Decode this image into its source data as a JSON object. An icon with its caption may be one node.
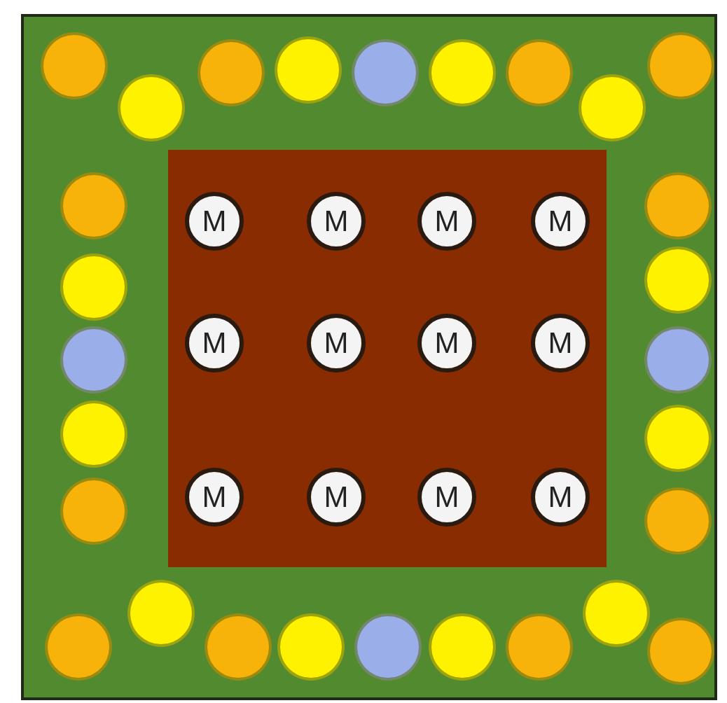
{
  "diagram": {
    "nodes": [
      {
        "text": [],
        "shape": "box"
      },
      {
        "text": [],
        "shape": "circle",
        "in": 0
      },
      {
        "text": [],
        "shape": "circle",
        "in": 0
      },
      {
        "text": [],
        "shape": "circle",
        "in": 0
      },
      {
        "text": [],
        "shape": "circle",
        "in": 0
      },
      {
        "text": [],
        "shape": "circle",
        "in": 0
      },
      {
        "text": [],
        "shape": "circle",
        "in": 0
      },
      {
        "text": [],
        "shape": "circle",
        "in": 0
      },
      {
        "text": [],
        "shape": "circle",
        "in": 0
      },
      {
        "text": [],
        "shape": "circle",
        "in": 0
      },
      {
        "text": [],
        "shape": "circle",
        "in": 0
      },
      {
        "text": [],
        "shape": "circle",
        "in": 0
      },
      {
        "text": [],
        "shape": "circle",
        "in": 0
      },
      {
        "text": [],
        "shape": "circle",
        "in": 0
      },
      {
        "text": [],
        "shape": "circle",
        "in": 0
      },
      {
        "text": [],
        "shape": "box",
        "in": 0
      },
      {
        "text": [
          "M"
        ],
        "in": 15
      },
      {
        "text": [
          "M"
        ],
        "in": 15
      },
      {
        "text": [
          "M"
        ],
        "in": 15
      },
      {
        "text": [
          "M"
        ],
        "in": 15
      },
      {
        "text": [
          "M"
        ],
        "in": 15
      },
      {
        "text": [
          "M"
        ],
        "in": 15
      },
      {
        "text": [
          "M"
        ],
        "in": 15
      },
      {
        "text": [
          "M"
        ],
        "in": 15
      },
      {
        "text": [
          "M"
        ],
        "in": 15
      },
      {
        "text": [
          "M"
        ],
        "in": 15
      },
      {
        "text": [
          "M"
        ],
        "in": 15
      },
      {
        "text": [
          "M"
        ],
        "in": 15
      },
      {
        "text": [],
        "shape": "circle",
        "in": 0
      },
      {
        "text": [],
        "shape": "circle",
        "in": 0
      },
      {
        "text": [],
        "shape": "circle",
        "in": 0
      },
      {
        "text": [],
        "shape": "circle",
        "in": 0
      },
      {
        "text": [],
        "shape": "circle",
        "in": 0
      },
      {
        "text": [],
        "shape": "circle",
        "in": 0
      },
      {
        "text": [],
        "shape": "circle",
        "in": 0
      },
      {
        "text": [],
        "shape": "circle",
        "in": 0
      },
      {
        "text": [],
        "shape": "circle",
        "in": 0
      },
      {
        "text": [],
        "shape": "circle",
        "in": 0
      },
      {
        "text": [],
        "shape": "circle",
        "in": 0
      },
      {
        "text": [],
        "shape": "circle",
        "in": 0
      },
      {
        "text": [],
        "shape": "circle",
        "in": 0
      },
      {
        "text": [],
        "shape": "circle",
        "in": 0
      }
    ]
  }
}
